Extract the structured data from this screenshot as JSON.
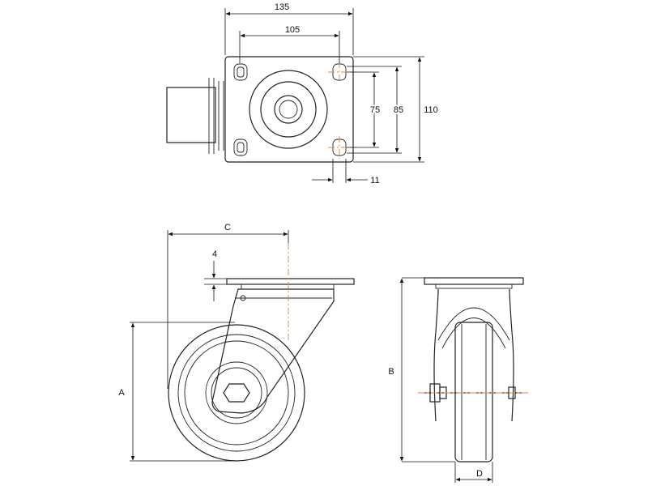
{
  "dimensions": {
    "top_width_outer": "135",
    "top_width_holes": "105",
    "hole_spacing_inner": "75",
    "hole_spacing_outer": "85",
    "plate_height": "110",
    "slot_width": "11",
    "c_label": "C",
    "plate_thickness": "4",
    "a_label": "A",
    "b_label": "B",
    "d_label": "D"
  },
  "colors": {
    "line": "#222222",
    "centerline": "#e8823a",
    "background": "#ffffff"
  }
}
